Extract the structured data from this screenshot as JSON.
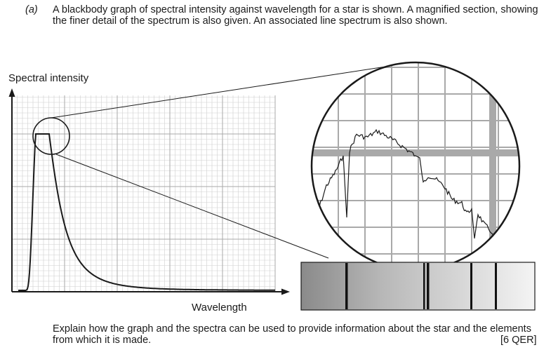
{
  "question": {
    "part": "(a)",
    "intro": "A blackbody graph of spectral intensity against wavelength for a star is shown. A magnified section, showing the finer detail of the spectrum is also given. An associated line spectrum is also shown.",
    "task": "Explain how the graph and the spectra can be used to provide information about the star and the elements from which it is made.",
    "marks": "[6 QER]"
  },
  "graph": {
    "y_label": "Spectral intensity",
    "x_label": "Wavelength"
  },
  "colors": {
    "grid_minor": "#cfcfcf",
    "grid_major": "#a8a8a8",
    "curve": "#1a1a1a",
    "lens_grid": "#a9a9a9",
    "spectrum_dark": "#8a8a8a",
    "spectrum_light": "#f4f4f4"
  }
}
